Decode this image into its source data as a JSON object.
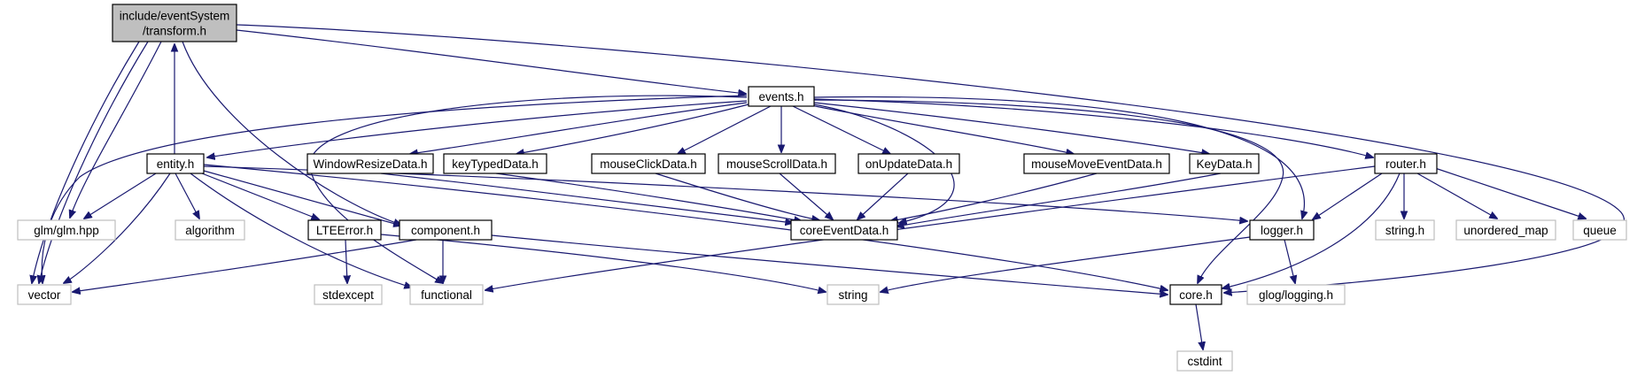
{
  "colors": {
    "edge": "#191970",
    "root_fill": "#bfbfbf",
    "external_stroke": "#bfbfbf",
    "node_stroke": "#000000"
  },
  "nodes": {
    "transform": {
      "lines": [
        "include/eventSystem",
        "/transform.h"
      ],
      "kind": "root"
    },
    "events": {
      "lines": [
        "events.h"
      ],
      "kind": "local"
    },
    "entity": {
      "lines": [
        "entity.h"
      ],
      "kind": "local"
    },
    "windowresize": {
      "lines": [
        "WindowResizeData.h"
      ],
      "kind": "local"
    },
    "keytyped": {
      "lines": [
        "keyTypedData.h"
      ],
      "kind": "local"
    },
    "mouseclick": {
      "lines": [
        "mouseClickData.h"
      ],
      "kind": "local"
    },
    "mousescroll": {
      "lines": [
        "mouseScrollData.h"
      ],
      "kind": "local"
    },
    "onupdate": {
      "lines": [
        "onUpdateData.h"
      ],
      "kind": "local"
    },
    "mousemove": {
      "lines": [
        "mouseMoveEventData.h"
      ],
      "kind": "local"
    },
    "keydata": {
      "lines": [
        "KeyData.h"
      ],
      "kind": "local"
    },
    "router": {
      "lines": [
        "router.h"
      ],
      "kind": "local"
    },
    "glm": {
      "lines": [
        "glm/glm.hpp"
      ],
      "kind": "external"
    },
    "algorithm": {
      "lines": [
        "algorithm"
      ],
      "kind": "external"
    },
    "lteerror": {
      "lines": [
        "LTEError.h"
      ],
      "kind": "local"
    },
    "component": {
      "lines": [
        "component.h"
      ],
      "kind": "local"
    },
    "coreevent": {
      "lines": [
        "coreEventData.h"
      ],
      "kind": "local"
    },
    "logger": {
      "lines": [
        "logger.h"
      ],
      "kind": "local"
    },
    "stringh": {
      "lines": [
        "string.h"
      ],
      "kind": "external"
    },
    "unordered": {
      "lines": [
        "unordered_map"
      ],
      "kind": "external"
    },
    "queue": {
      "lines": [
        "queue"
      ],
      "kind": "external"
    },
    "vector": {
      "lines": [
        "vector"
      ],
      "kind": "external"
    },
    "stdexcept": {
      "lines": [
        "stdexcept"
      ],
      "kind": "external"
    },
    "functional": {
      "lines": [
        "functional"
      ],
      "kind": "external"
    },
    "string": {
      "lines": [
        "string"
      ],
      "kind": "external"
    },
    "core": {
      "lines": [
        "core.h"
      ],
      "kind": "local"
    },
    "glog": {
      "lines": [
        "glog/logging.h"
      ],
      "kind": "external"
    },
    "cstdint": {
      "lines": [
        "cstdint"
      ],
      "kind": "external"
    }
  }
}
